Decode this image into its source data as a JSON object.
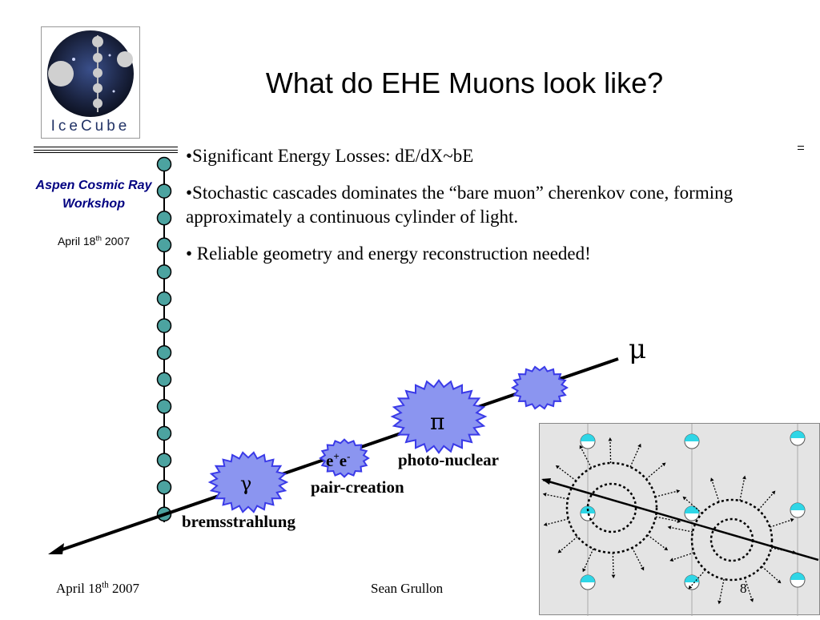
{
  "logo": {
    "text": "IceCube"
  },
  "title": "What do EHE Muons look like?",
  "sidebar": {
    "workshop": "Aspen Cosmic Ray Workshop",
    "date_prefix": "April 18",
    "date_sup": "th",
    "date_year": " 2007"
  },
  "bullets": [
    "•Significant Energy Losses: dE/dX~bE",
    "•Stochastic cascades dominates the “bare muon” cherenkov cone, forming approximately a continuous cylinder of light.",
    "• Reliable geometry and energy reconstruction needed!"
  ],
  "diagram": {
    "muon_symbol": "μ",
    "pion_symbol": "π",
    "gamma_symbol": "γ",
    "pair_e1": "e",
    "pair_sup1": "+",
    "pair_e2": "e",
    "pair_sup2": "-",
    "labels": {
      "photo_nuclear": "photo-nuclear",
      "pair_creation": "pair-creation",
      "bremsstrahlung": "bremsstrahlung"
    },
    "colors": {
      "burst_fill": "#8b95f0",
      "burst_stroke": "#3a3ae8",
      "dom_fill": "#4ca3a0"
    }
  },
  "footer": {
    "date_prefix": "April 18",
    "date_sup": "th",
    "date_year": " 2007",
    "author": "Sean Grullon",
    "page": "8"
  }
}
